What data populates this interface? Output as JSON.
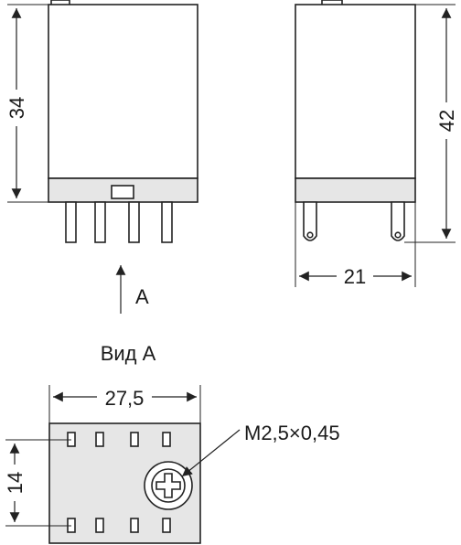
{
  "labels": {
    "dim_height_body": "34",
    "dim_height_total": "42",
    "dim_depth": "21",
    "dim_width": "27,5",
    "dim_pin_spacing": "14",
    "view_arrow_label": "A",
    "view_title": "Вид А",
    "screw_thread": "M2,5×0,45"
  },
  "colors": {
    "line": "#222222",
    "base_fill": "#e6e6e6",
    "background": "#ffffff"
  }
}
